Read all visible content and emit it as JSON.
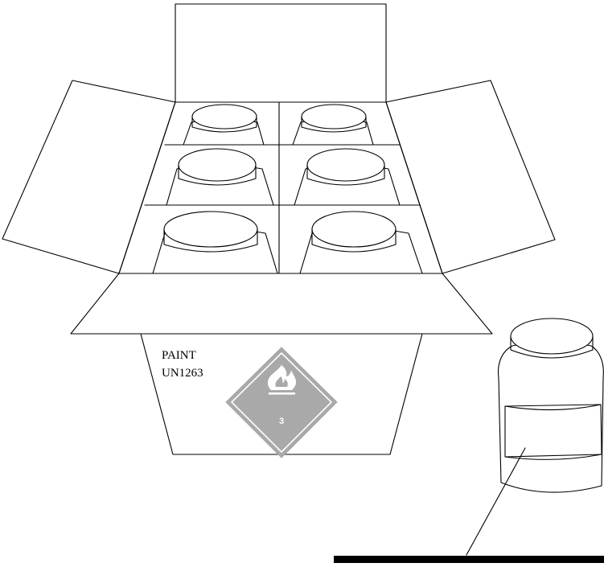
{
  "box": {
    "label_line1": "PAINT",
    "label_line2": "UN1263"
  },
  "hazard_placard": {
    "icon": "flame-icon",
    "class_number": "3",
    "color": "#a9a9a9"
  },
  "callout": {
    "text": ""
  }
}
